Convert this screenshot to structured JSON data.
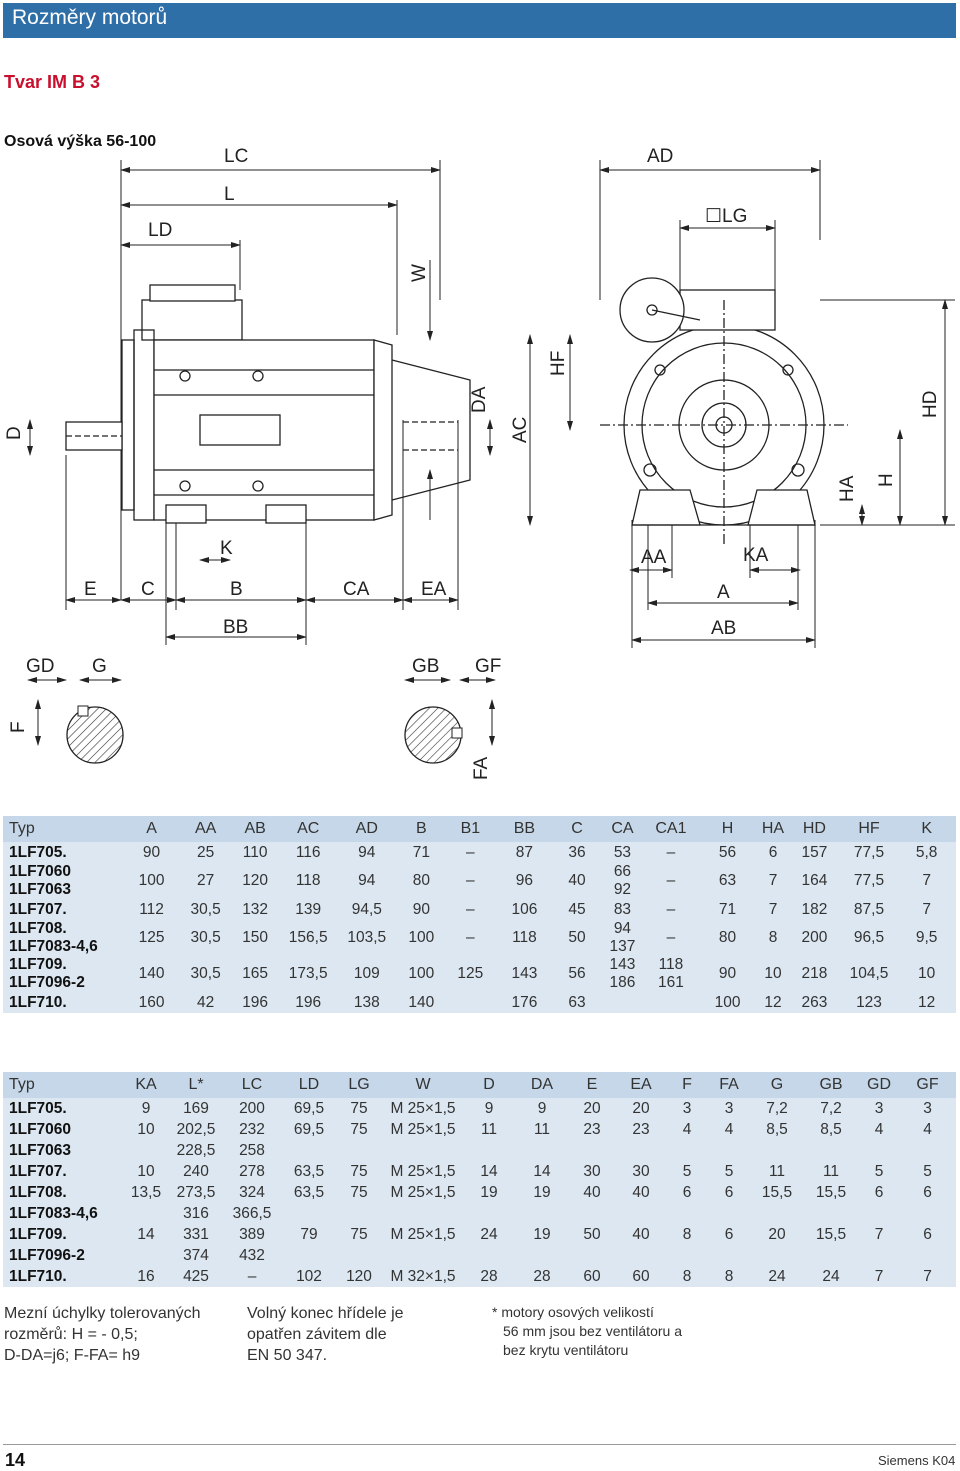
{
  "header": {
    "title": "Rozměry motorů"
  },
  "subtitle": "Tvar IM B 3",
  "shaft_height": "Osová výška 56-100",
  "drawing": {
    "labels": {
      "LC": "LC",
      "L": "L",
      "LD": "LD",
      "W": "W",
      "D": "D",
      "DA": "DA",
      "AC": "AC",
      "HF": "HF",
      "AD": "AD",
      "LG": "☐LG",
      "HD": "HD",
      "HA": "HA",
      "H": "H",
      "K": "K",
      "E": "E",
      "C": "C",
      "B": "B",
      "CA": "CA",
      "EA": "EA",
      "BB": "BB",
      "AA": "AA",
      "KA": "KA",
      "A": "A",
      "AB": "AB",
      "GD": "GD",
      "G": "G",
      "GB": "GB",
      "GF": "GF",
      "F": "F",
      "FA": "FA"
    }
  },
  "table1": {
    "headers": [
      "Typ",
      "A",
      "AA",
      "AB",
      "AC",
      "AD",
      "B",
      "B1",
      "BB",
      "C",
      "CA",
      "CA1",
      "H",
      "HA",
      "HD",
      "HF",
      "K"
    ],
    "rows": [
      {
        "typ": "1LF705.",
        "A": "90",
        "AA": "25",
        "AB": "110",
        "AC": "116",
        "AD": "94",
        "B": "71",
        "B1": "–",
        "BB": "87",
        "C": "36",
        "CA": "53",
        "CA1": "–",
        "H": "56",
        "HA": "6",
        "HD": "157",
        "HF": "77,5",
        "K": "5,8"
      },
      {
        "typ": "1LF7060",
        "typ2": "1LF7063",
        "A": "100",
        "AA": "27",
        "AB": "120",
        "AC": "118",
        "AD": "94",
        "B": "80",
        "B1": "–",
        "BB": "96",
        "C": "40",
        "CA": "66",
        "CA_2": "92",
        "CA1": "–",
        "H": "63",
        "HA": "7",
        "HD": "164",
        "HF": "77,5",
        "K": "7"
      },
      {
        "typ": "1LF707.",
        "A": "112",
        "AA": "30,5",
        "AB": "132",
        "AC": "139",
        "AD": "94,5",
        "B": "90",
        "B1": "–",
        "BB": "106",
        "C": "45",
        "CA": "83",
        "CA1": "–",
        "H": "71",
        "HA": "7",
        "HD": "182",
        "HF": "87,5",
        "K": "7"
      },
      {
        "typ": "1LF708.",
        "typ2": "1LF7083-4,6",
        "A": "125",
        "AA": "30,5",
        "AB": "150",
        "AC": "156,5",
        "AD": "103,5",
        "B": "100",
        "B1": "–",
        "BB": "118",
        "C": "50",
        "CA": "94",
        "CA_2": "137",
        "CA1": "–",
        "H": "80",
        "HA": "8",
        "HD": "200",
        "HF": "96,5",
        "K": "9,5"
      },
      {
        "typ": "1LF709.",
        "typ2": "1LF7096-2",
        "A": "140",
        "AA": "30,5",
        "AB": "165",
        "AC": "173,5",
        "AD": "109",
        "B": "100",
        "B1": "125",
        "BB": "143",
        "C": "56",
        "CA": "143",
        "CA_2": "186",
        "CA1": "118",
        "CA1_2": "161",
        "H": "90",
        "HA": "10",
        "HD": "218",
        "HF": "104,5",
        "K": "10"
      },
      {
        "typ": "1LF710.",
        "A": "160",
        "AA": "42",
        "AB": "196",
        "AC": "196",
        "AD": "138",
        "B": "140",
        "B1": "",
        "BB": "176",
        "C": "63",
        "CA": "",
        "CA1": "",
        "H": "100",
        "HA": "12",
        "HD": "263",
        "HF": "123",
        "K": "12"
      }
    ]
  },
  "table2": {
    "headers": [
      "Typ",
      "KA",
      "L*",
      "LC",
      "LD",
      "LG",
      "W",
      "D",
      "DA",
      "E",
      "EA",
      "F",
      "FA",
      "G",
      "GB",
      "GD",
      "GF"
    ],
    "rows": [
      {
        "typ": "1LF705.",
        "KA": "9",
        "L": "169",
        "LC": "200",
        "LD": "69,5",
        "LG": "75",
        "W": "M 25×1,5",
        "D": "9",
        "DA": "9",
        "E": "20",
        "EA": "20",
        "F": "3",
        "FA": "3",
        "G": "7,2",
        "GB": "7,2",
        "GD": "3",
        "GF": "3"
      },
      {
        "typ": "1LF7060",
        "KA": "10",
        "L": "202,5",
        "LC": "232",
        "LD": "69,5",
        "LG": "75",
        "W": "M 25×1,5",
        "D": "11",
        "DA": "11",
        "E": "23",
        "EA": "23",
        "F": "4",
        "FA": "4",
        "G": "8,5",
        "GB": "8,5",
        "GD": "4",
        "GF": "4"
      },
      {
        "typ": "1LF7063",
        "KA": "",
        "L": "228,5",
        "LC": "258",
        "LD": "",
        "LG": "",
        "W": "",
        "D": "",
        "DA": "",
        "E": "",
        "EA": "",
        "F": "",
        "FA": "",
        "G": "",
        "GB": "",
        "GD": "",
        "GF": ""
      },
      {
        "typ": "1LF707.",
        "KA": "10",
        "L": "240",
        "LC": "278",
        "LD": "63,5",
        "LG": "75",
        "W": "M 25×1,5",
        "D": "14",
        "DA": "14",
        "E": "30",
        "EA": "30",
        "F": "5",
        "FA": "5",
        "G": "11",
        "GB": "11",
        "GD": "5",
        "GF": "5"
      },
      {
        "typ": "1LF708.",
        "KA": "13,5",
        "L": "273,5",
        "LC": "324",
        "LD": "63,5",
        "LG": "75",
        "W": "M 25×1,5",
        "D": "19",
        "DA": "19",
        "E": "40",
        "EA": "40",
        "F": "6",
        "FA": "6",
        "G": "15,5",
        "GB": "15,5",
        "GD": "6",
        "GF": "6"
      },
      {
        "typ": "1LF7083-4,6",
        "KA": "",
        "L": "316",
        "LC": "366,5",
        "LD": "",
        "LG": "",
        "W": "",
        "D": "",
        "DA": "",
        "E": "",
        "EA": "",
        "F": "",
        "FA": "",
        "G": "",
        "GB": "",
        "GD": "",
        "GF": ""
      },
      {
        "typ": "1LF709.",
        "KA": "14",
        "L": "331",
        "LC": "389",
        "LD": "79",
        "LG": "75",
        "W": "M 25×1,5",
        "D": "24",
        "DA": "19",
        "E": "50",
        "EA": "40",
        "F": "8",
        "FA": "6",
        "G": "20",
        "GB": "15,5",
        "GD": "7",
        "GF": "6"
      },
      {
        "typ": "1LF7096-2",
        "KA": "",
        "L": "374",
        "LC": "432",
        "LD": "",
        "LG": "",
        "W": "",
        "D": "",
        "DA": "",
        "E": "",
        "EA": "",
        "F": "",
        "FA": "",
        "G": "",
        "GB": "",
        "GD": "",
        "GF": ""
      },
      {
        "typ": "1LF710.",
        "KA": "16",
        "L": "425",
        "LC": "–",
        "LD": "102",
        "LG": "120",
        "W": "M 32×1,5",
        "D": "28",
        "DA": "28",
        "E": "60",
        "EA": "60",
        "F": "8",
        "FA": "8",
        "G": "24",
        "GB": "24",
        "GD": "7",
        "GF": "7"
      }
    ]
  },
  "notes": {
    "tolerance": [
      "Mezní úchylky tolerovaných",
      "rozměrů: H = - 0,5;",
      "D-DA=j6; F-FA= h9"
    ],
    "shaft_end": [
      "Volný konec hřídele je",
      "opatřen závitem dle",
      "EN  50  347."
    ],
    "fan": [
      "* motory osových velikostí",
      "56  mm jsou bez ventilátoru a",
      "bez krytu ventilátoru"
    ]
  },
  "footer": {
    "page_number": "14",
    "brand": "Siemens K04"
  }
}
